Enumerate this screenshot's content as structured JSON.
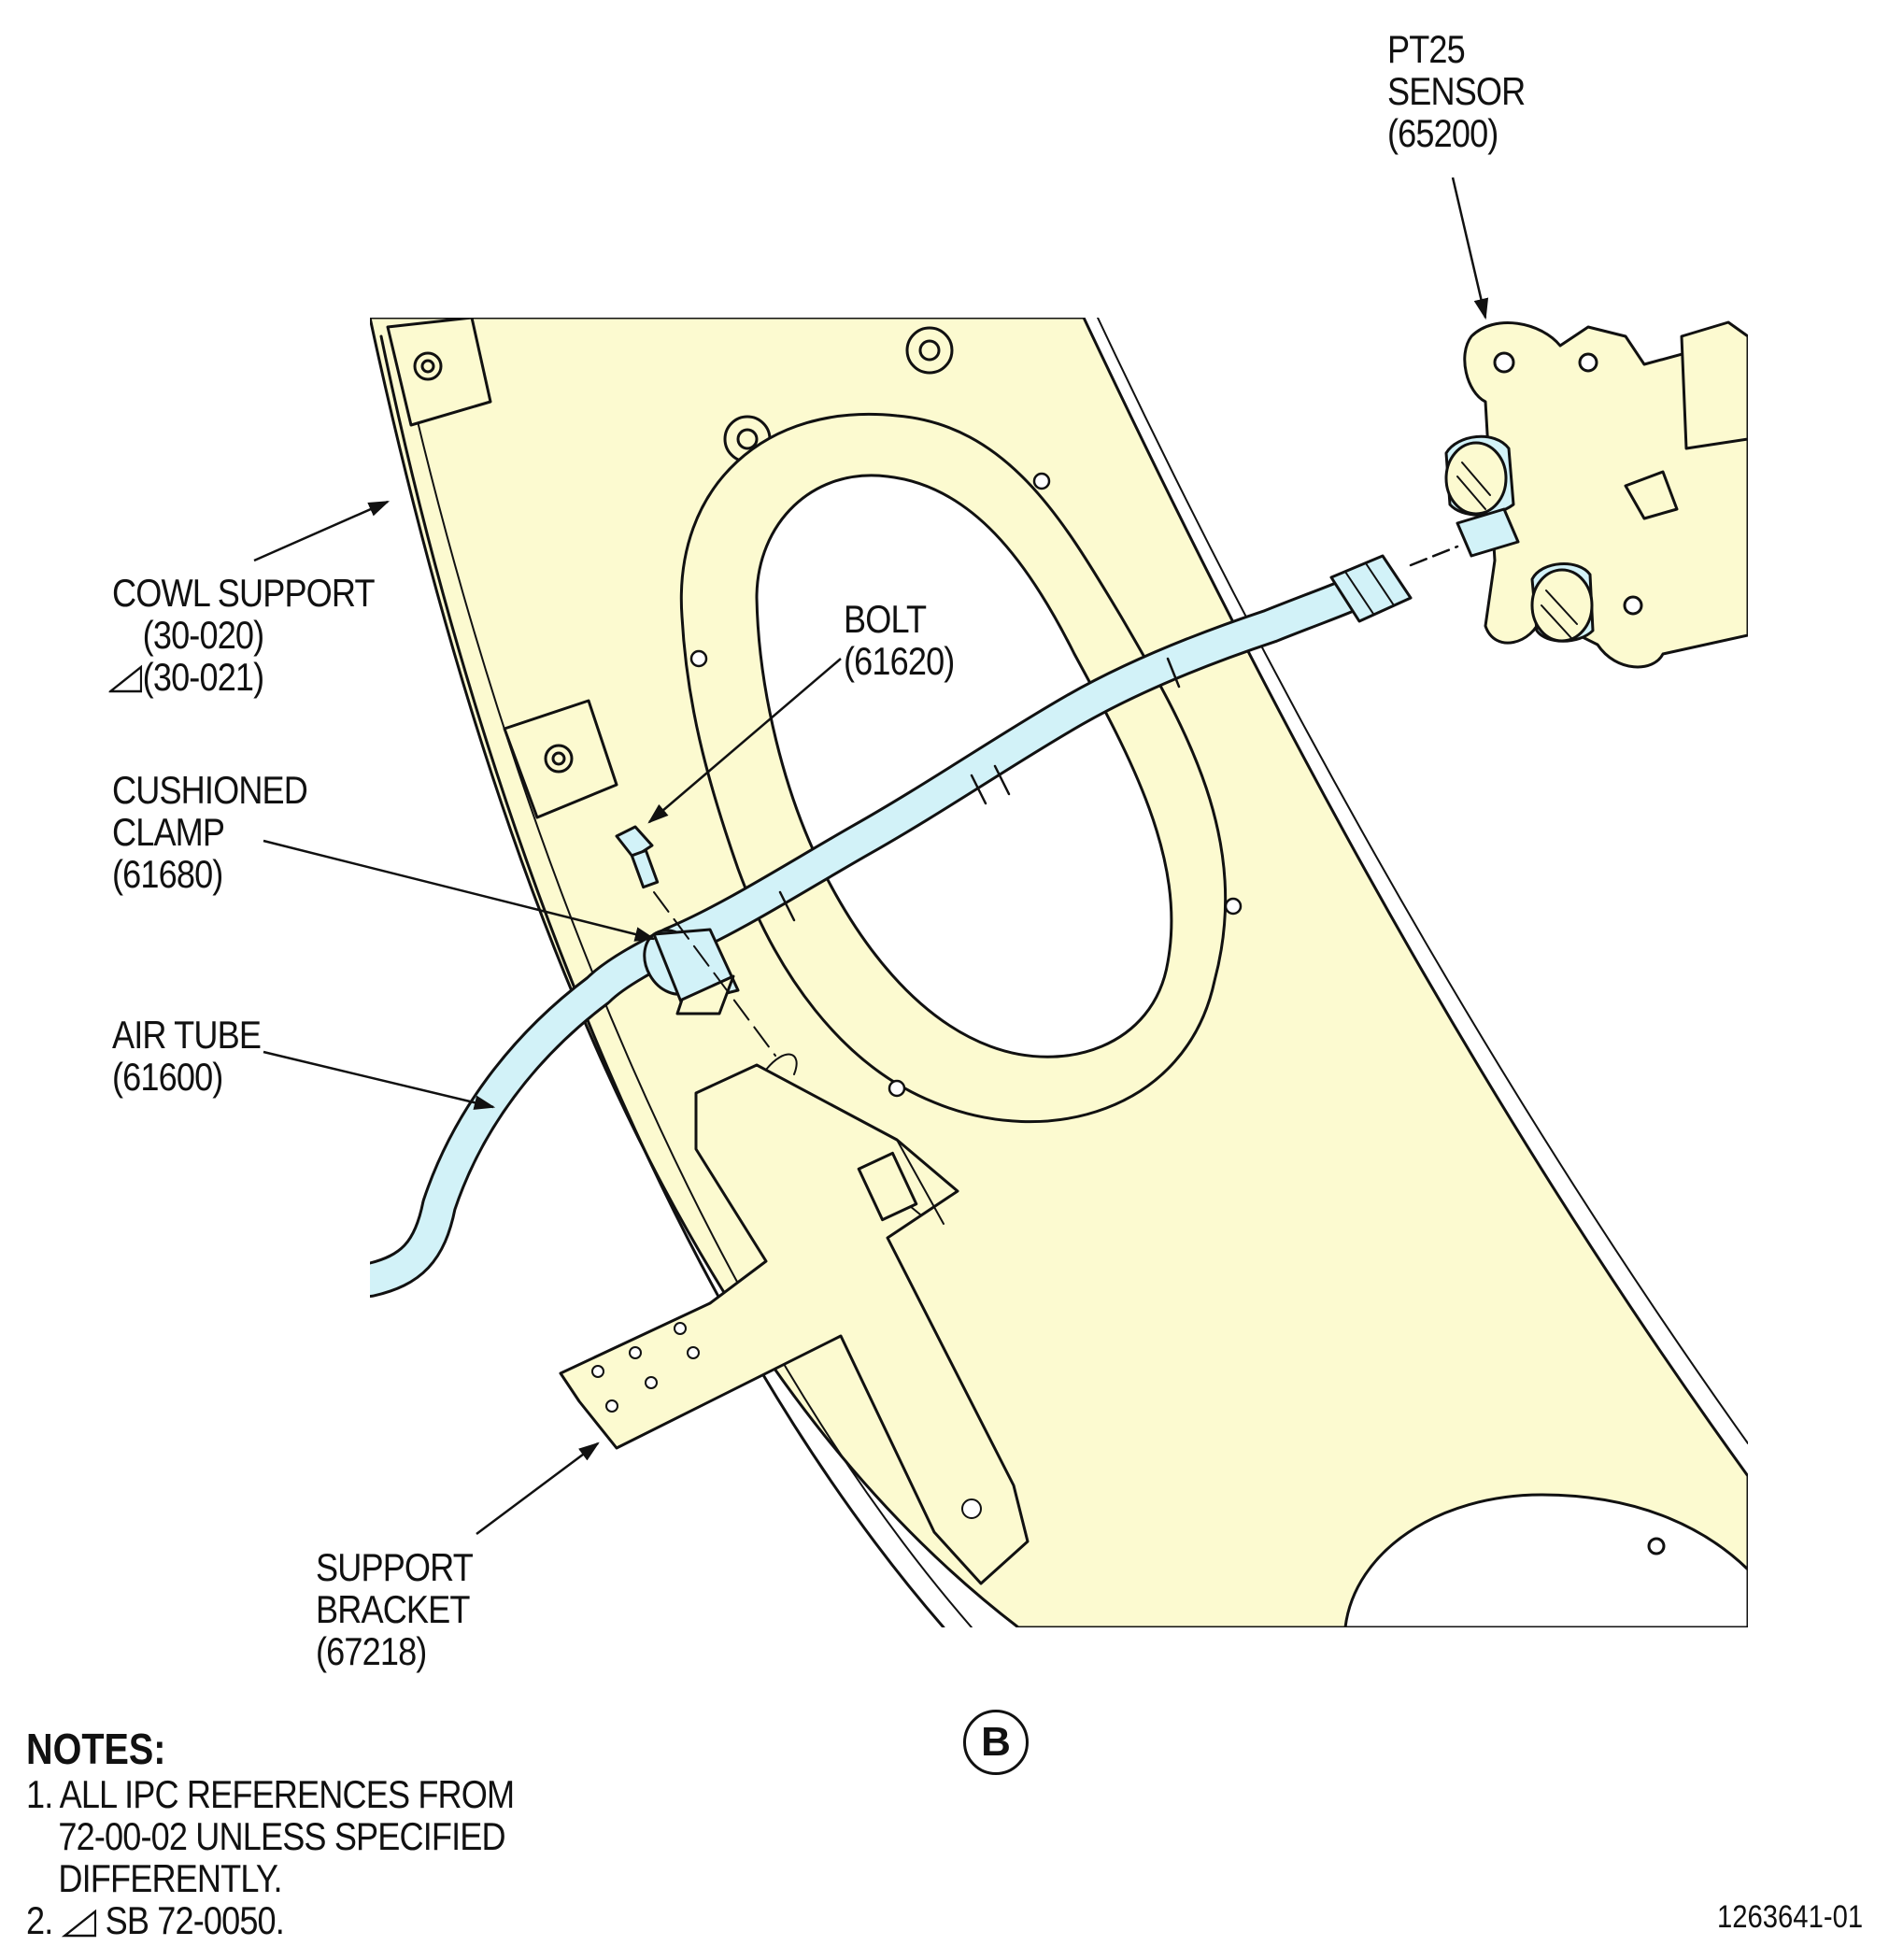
{
  "colors": {
    "frame_fill": "#FCFAD0",
    "tube_fill": "#D2F2F8",
    "line": "#111111",
    "background": "#FFFFFF"
  },
  "callouts": {
    "pt25_sensor": [
      "PT25",
      "SENSOR",
      "(65200)"
    ],
    "cowl_support": [
      "COWL SUPPORT",
      "(30-020)",
      "(30-021)"
    ],
    "bolt": [
      "BOLT",
      "(61620)"
    ],
    "cushioned_clamp": [
      "CUSHIONED",
      "CLAMP",
      "(61680)"
    ],
    "air_tube": [
      "AIR TUBE",
      "(61600)"
    ],
    "support_bracket": [
      "SUPPORT",
      "BRACKET",
      "(67218)"
    ]
  },
  "view_label": "B",
  "notes": {
    "title": "NOTES:",
    "note1": [
      "1. ALL IPC REFERENCES FROM",
      "72-00-02 UNLESS SPECIFIED",
      "DIFFERENTLY."
    ],
    "note2_prefix": "2.",
    "note2_text": "SB 72-0050."
  },
  "figure_id": "1263641-01"
}
